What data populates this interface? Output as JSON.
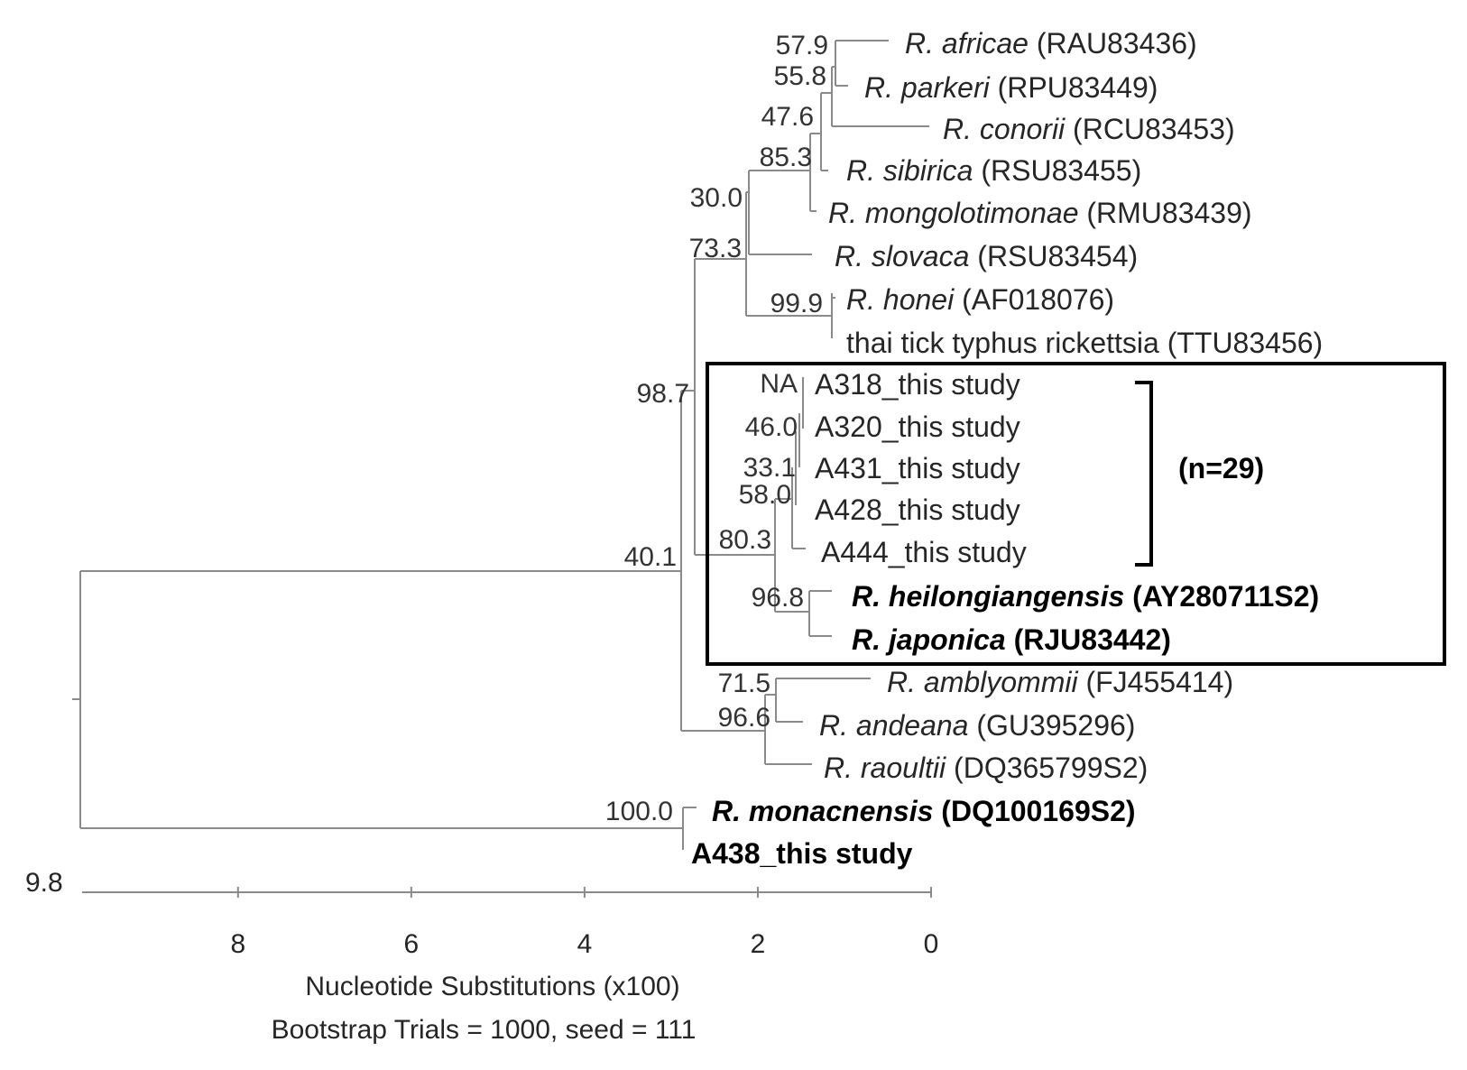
{
  "taxa": [
    {
      "id": "africae",
      "genus": "R. ",
      "species": "africae",
      "acc": "(RAU83436)",
      "bold": false
    },
    {
      "id": "parkeri",
      "genus": "R. ",
      "species": "parkeri",
      "acc": "(RPU83449)",
      "bold": false
    },
    {
      "id": "conorii",
      "genus": "R. ",
      "species": "conorii",
      "acc": "(RCU83453)",
      "bold": false
    },
    {
      "id": "sibirica",
      "genus": "R. ",
      "species": "sibirica",
      "acc": "(RSU83455)",
      "bold": false
    },
    {
      "id": "mongolotimonae",
      "genus": "R. ",
      "species": "mongolotimonae",
      "acc": "(RMU83439)",
      "bold": false
    },
    {
      "id": "slovaca",
      "genus": "R. ",
      "species": "slovaca",
      "acc": "(RSU83454)",
      "bold": false
    },
    {
      "id": "honei",
      "genus": "R. ",
      "species": "honei",
      "acc": "(AF018076)",
      "bold": false
    },
    {
      "id": "thai",
      "genus": "",
      "species": "",
      "acc": "thai tick typhus rickettsia (TTU83456)",
      "bold": false
    },
    {
      "id": "a318",
      "genus": "",
      "species": "",
      "acc": "A318_this study",
      "bold": false
    },
    {
      "id": "a320",
      "genus": "",
      "species": "",
      "acc": "A320_this study",
      "bold": false
    },
    {
      "id": "a431",
      "genus": "",
      "species": "",
      "acc": "A431_this study",
      "bold": false
    },
    {
      "id": "a428",
      "genus": "",
      "species": "",
      "acc": "A428_this study",
      "bold": false
    },
    {
      "id": "a444",
      "genus": "",
      "species": "",
      "acc": "A444_this study",
      "bold": false
    },
    {
      "id": "heilongiangensis",
      "genus": "R. ",
      "species": "heilongiangensis",
      "acc": "(AY280711S2)",
      "bold": true
    },
    {
      "id": "japonica",
      "genus": "R. ",
      "species": "japonica",
      "acc": "(RJU83442)",
      "bold": true
    },
    {
      "id": "amblyommii",
      "genus": "R. ",
      "species": "amblyommii",
      "acc": "(FJ455414)",
      "bold": false
    },
    {
      "id": "andeana",
      "genus": "R. ",
      "species": "andeana",
      "acc": "(GU395296)",
      "bold": false
    },
    {
      "id": "raoultii",
      "genus": "R. ",
      "species": "raoultii",
      "acc": "(DQ365799S2)",
      "bold": false
    },
    {
      "id": "monacnensis",
      "genus": "R. ",
      "species": "monacnensis",
      "acc": "(DQ100169S2)",
      "bold": true
    },
    {
      "id": "a438",
      "genus": "",
      "species": "",
      "acc": "A438_this study",
      "bold": true
    }
  ],
  "bootstrap": [
    "57.9",
    "55.8",
    "47.6",
    "85.3",
    "30.0",
    "73.3",
    "99.9",
    "NA",
    "46.0",
    "33.1",
    "58.0",
    "80.3",
    "96.8",
    "98.7",
    "71.5",
    "96.6",
    "40.1",
    "100.0"
  ],
  "cluster_label": "(n=29)",
  "axis": {
    "start_label": "9.8",
    "ticks": [
      "8",
      "6",
      "4",
      "2",
      "0"
    ],
    "title": "Nucleotide Substitutions (x100)",
    "footer": "Bootstrap Trials = 1000, seed = 111"
  }
}
